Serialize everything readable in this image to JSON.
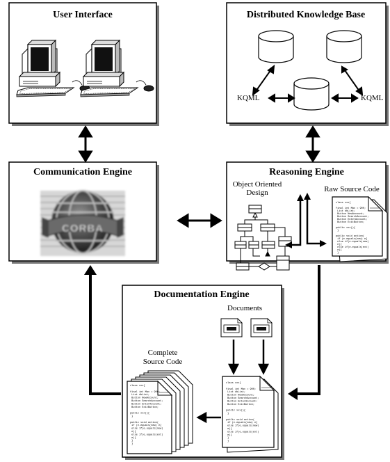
{
  "boxes": {
    "user_interface": {
      "title": "User Interface"
    },
    "knowledge_base": {
      "title": "Distributed Knowledge Base",
      "protocol_label": "KQML"
    },
    "communication": {
      "title": "Communication Engine",
      "logo_text": "CORBA"
    },
    "reasoning": {
      "title": "Reasoning Engine",
      "ood_label_line1": "Object Oriented",
      "ood_label_line2": "Design",
      "raw_code_label": "Raw Source Code"
    },
    "documentation": {
      "title": "Documentation Engine",
      "documents_label": "Documents",
      "complete_code_line1": "Complete",
      "complete_code_line2": "Source Code"
    }
  },
  "code_sample": [
    "class xxx{",
    "",
    "  final int Max = 900;",
    "  List dbList;",
    "  Button NewAccount;",
    "  Button SearchAccount;",
    "  Button EnterAccount;",
    "  Button ExitButton;",
    "",
    "  public xxx(){",
    "  }",
    "",
    "  public void action(",
    "   if (e.equals(new) e{",
    "   else if(e.equals(new)",
    "  e){",
    "   else if(e.equals(ext)",
    "  e){",
    "   }",
    "  }"
  ]
}
